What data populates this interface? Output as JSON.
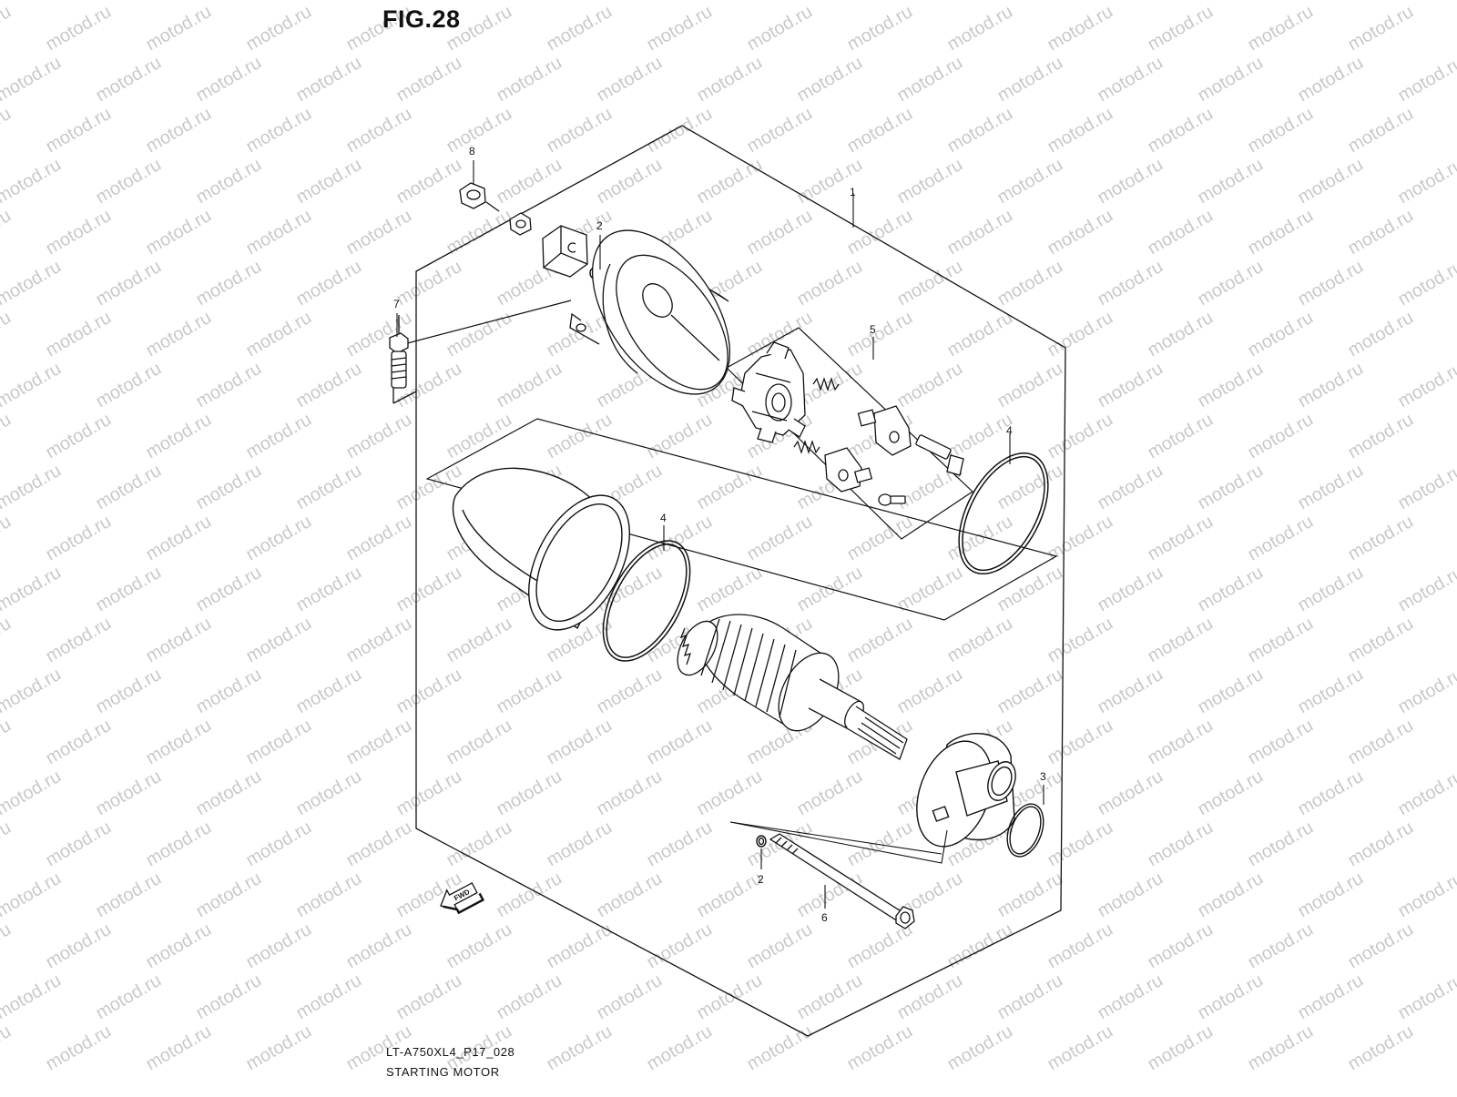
{
  "figure": {
    "title": "FIG.28"
  },
  "footer": {
    "code": "LT-A750XL4_P17_028",
    "name": "STARTING MOTOR"
  },
  "watermark": {
    "text": "motod.ru",
    "color": "#c9c9c9"
  },
  "direction_marker": {
    "label": "FWD"
  },
  "callouts": {
    "p1": "1",
    "p2a": "2",
    "p2b": "2",
    "p3": "3",
    "p4a": "4",
    "p4b": "4",
    "p5": "5",
    "p6": "6",
    "p7": "7",
    "p8": "8"
  },
  "parts": [
    {
      "ref": "1",
      "name": "starting-motor-assembly"
    },
    {
      "ref": "2",
      "name": "o-ring"
    },
    {
      "ref": "3",
      "name": "o-ring"
    },
    {
      "ref": "4",
      "name": "o-ring"
    },
    {
      "ref": "5",
      "name": "brush-set"
    },
    {
      "ref": "6",
      "name": "housing-bolt"
    },
    {
      "ref": "7",
      "name": "mounting-bolt"
    },
    {
      "ref": "8",
      "name": "nut"
    }
  ]
}
